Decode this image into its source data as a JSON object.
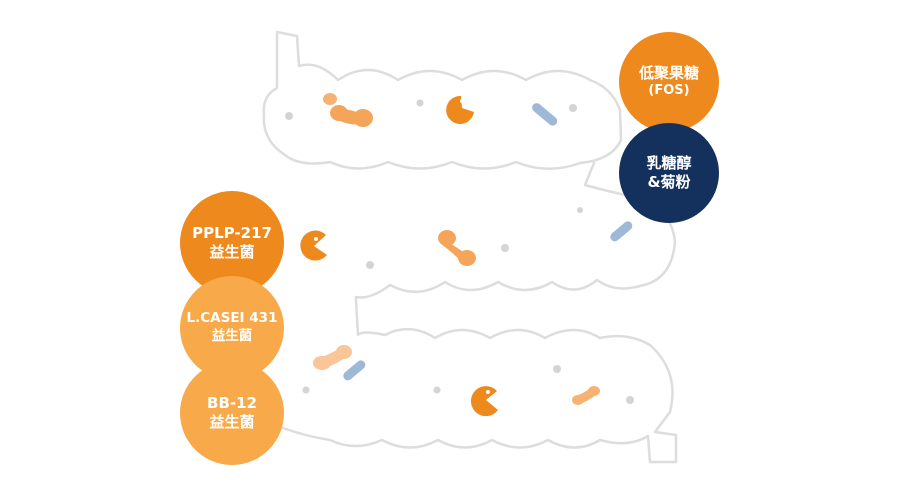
{
  "colors": {
    "orange": "#ee8a1d",
    "light_orange": "#f8aa4a",
    "navy": "#14315e",
    "intestine_outline": "#dddddd",
    "molecule_orange": "#f4a55a",
    "molecule_blue": "#9fb8d8",
    "dot_gray": "#d4d4d4"
  },
  "prebiotics": [
    {
      "line1": "低聚果糖",
      "line2": "(FOS)"
    },
    {
      "line1": "乳糖醇",
      "line2": "&菊粉"
    }
  ],
  "probiotics": [
    {
      "line1": "PPLP-217",
      "line2": "益生菌"
    },
    {
      "line1": "L.CASEI 431",
      "line2": "益生菌"
    },
    {
      "line1": "BB-12",
      "line2": "益生菌"
    }
  ],
  "icons": [
    "intestine-outline",
    "pacman-bacteria-icon",
    "fos-molecule-icon",
    "blue-capsule-icon",
    "gray-dot-icon"
  ]
}
